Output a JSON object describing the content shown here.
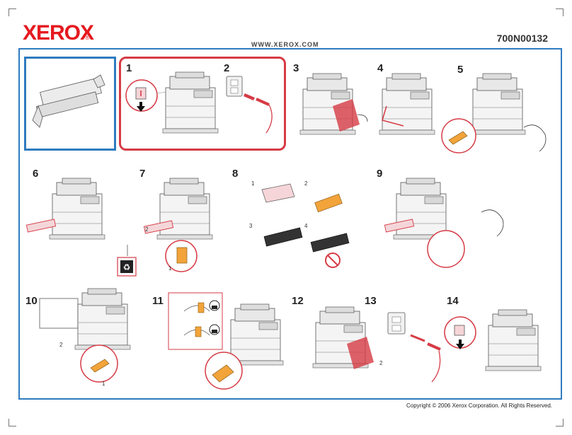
{
  "header": {
    "brand": "XEROX",
    "reg_mark": "®",
    "website": "WWW.XEROX.COM",
    "part_number": "700N00132"
  },
  "steps": [
    "1",
    "2",
    "3",
    "4",
    "5",
    "6",
    "7",
    "8",
    "9",
    "10",
    "11",
    "12",
    "13",
    "14"
  ],
  "substeps": {
    "s8": [
      "1",
      "2",
      "3",
      "4"
    ],
    "s7": [
      "2",
      "1"
    ],
    "s10": [
      "2",
      "1"
    ],
    "s13": [
      "2"
    ]
  },
  "footer": {
    "copyright": "Copyright © 2006 Xerox Corporation. All Rights Reserved."
  },
  "colors": {
    "accent_blue": "#2f7bbf",
    "accent_red": "#d63b45",
    "part_orange": "#f2a43a"
  },
  "icons": [
    "recycle-icon",
    "lock-closed-icon",
    "lock-open-icon",
    "no-touch-icon",
    "power-switch-icon",
    "power-outlet-icon",
    "arrow-icon"
  ]
}
